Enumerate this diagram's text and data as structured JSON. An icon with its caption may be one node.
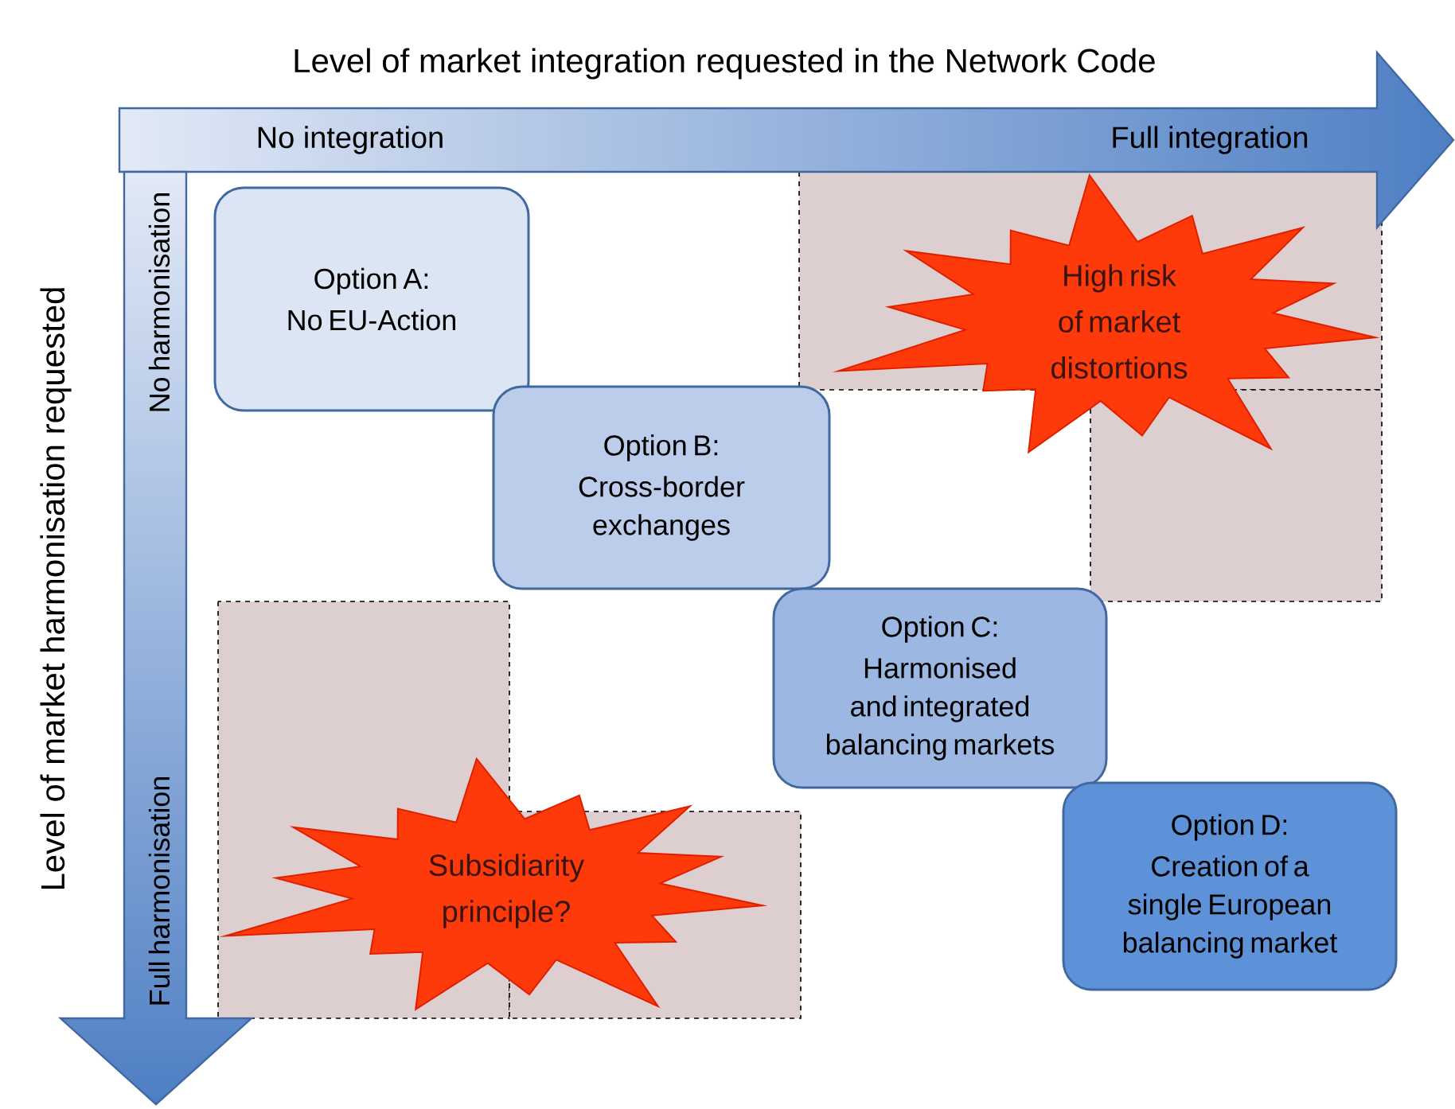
{
  "diagram": {
    "nodes": [
      {
        "text": [
          "Option A:",
          "No EU-Action"
        ]
      },
      {
        "text": [
          "Option B:",
          "Cross-border exchanges"
        ]
      },
      {
        "text": [
          "Option C:",
          "Harmonised and integrated balancing markets"
        ]
      },
      {
        "text": [
          "Option D:",
          "Creation of a single European balancing market"
        ]
      },
      {
        "text": [
          "High risk of market distortions"
        ]
      },
      {
        "text": [
          "Subsidiarity principle?"
        ]
      }
    ],
    "labels": [
      "Level of market integration requested in the Network Code",
      "No integration",
      "Full integration",
      "Level of market harmonisation requested",
      "No harmonisation",
      "Full harmonisation"
    ]
  }
}
